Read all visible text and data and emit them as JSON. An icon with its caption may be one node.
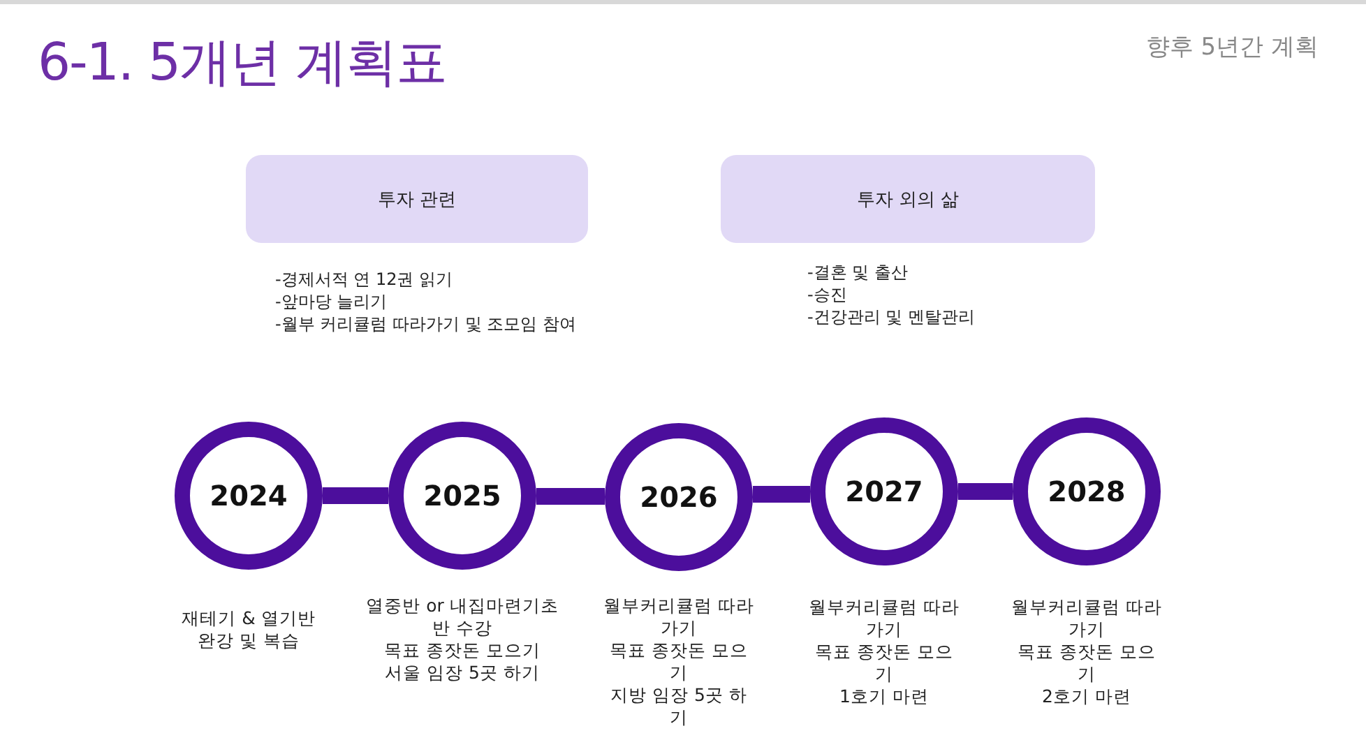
{
  "diagram": {
    "title": "6-1. 5개년 계획표",
    "nodes": [
      {
        "text": [
          "투자 관련"
        ],
        "beside": [
          "-경제서적 연 12권 읽기",
          "-앞마당 늘리기",
          "-월부 커리큘럼 따라가기 및 조모임 참여"
        ]
      },
      {
        "text": [
          "투자 외의 삶"
        ],
        "beside": [
          "-결혼 및 출산",
          "-승진",
          "-건강관리 및 멘탈관리"
        ]
      },
      {
        "text": [
          "2024"
        ],
        "beside": [
          "재테기 & 열기반 완강 및 복습"
        ]
      },
      {
        "text": [
          "2025"
        ],
        "beside": [
          "열중반 or 내집마련기초반 수강",
          "목표 종잣돈 모으기",
          "서울 임장 5곳 하기"
        ]
      },
      {
        "text": [
          "2026"
        ],
        "beside": [
          "월부커리큘럼 따라가기",
          "목표 종잣돈 모으기",
          "지방 임장 5곳 하기"
        ]
      },
      {
        "text": [
          "2027"
        ],
        "beside": [
          "월부커리큘럼 따라가기",
          "목표 종잣돈 모으기",
          "1호기 마련"
        ]
      },
      {
        "text": [
          "2028"
        ],
        "beside": [
          "월부커리큘럼 따라가기",
          "목표 종잣돈 모으기",
          "2호기 마련"
        ]
      }
    ],
    "edges": [
      {
        "from": 2,
        "to": 3,
        "arrow": "none"
      },
      {
        "from": 3,
        "to": 4,
        "arrow": "none"
      },
      {
        "from": 4,
        "to": 5,
        "arrow": "none"
      },
      {
        "from": 5,
        "to": 6,
        "arrow": "none"
      }
    ],
    "labels": [
      "향후 5년간 계획"
    ]
  }
}
